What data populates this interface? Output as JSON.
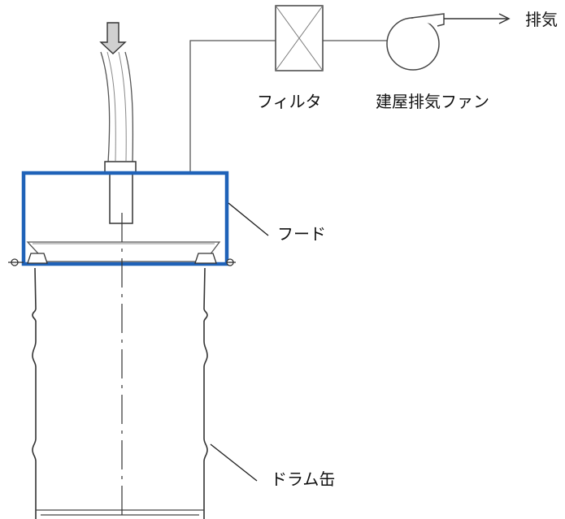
{
  "labels": {
    "filter": "フィルタ",
    "fan": "建屋排気ファン",
    "exhaust": "排気",
    "hood": "フード",
    "drum": "ドラム缶"
  },
  "colors": {
    "hood": "#1f62b8",
    "line": "#555555",
    "text": "#111111"
  }
}
